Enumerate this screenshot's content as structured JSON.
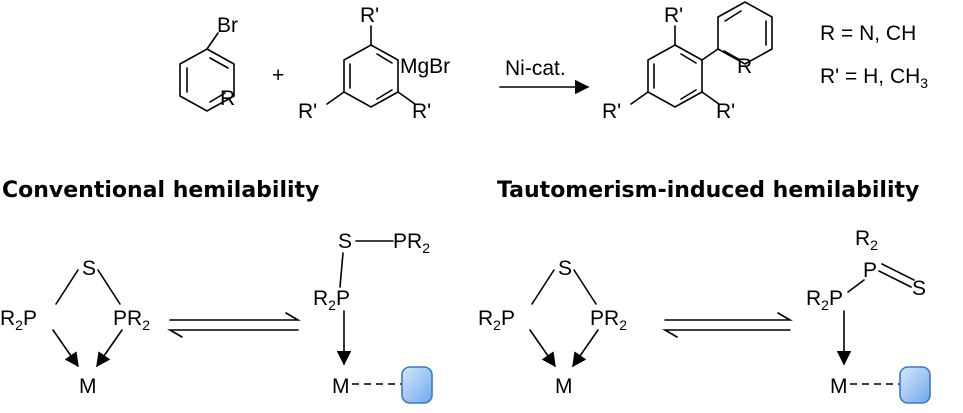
{
  "reaction": {
    "substrate_br": "Br",
    "substrate_r": "R",
    "plus": "+",
    "grignard_mgbr": "MgBr",
    "r_prime": "R'",
    "catalyst": "Ni-cat.",
    "product_r": "R",
    "conditions_line1": "R = N, CH",
    "conditions_line2": "R' = H, CH",
    "conditions_line2_sub": "3"
  },
  "headings": {
    "left": "Conventional hemilability",
    "right": "Tautomerism-induced hemilability"
  },
  "labels": {
    "R": "R",
    "two": "2",
    "P": "P",
    "PR": "PR",
    "S": "S",
    "M": "M",
    "M_dashed": "M"
  },
  "colors": {
    "vacant_site_fill": "#9cc4f2",
    "vacant_site_stroke": "#3d78c6"
  }
}
